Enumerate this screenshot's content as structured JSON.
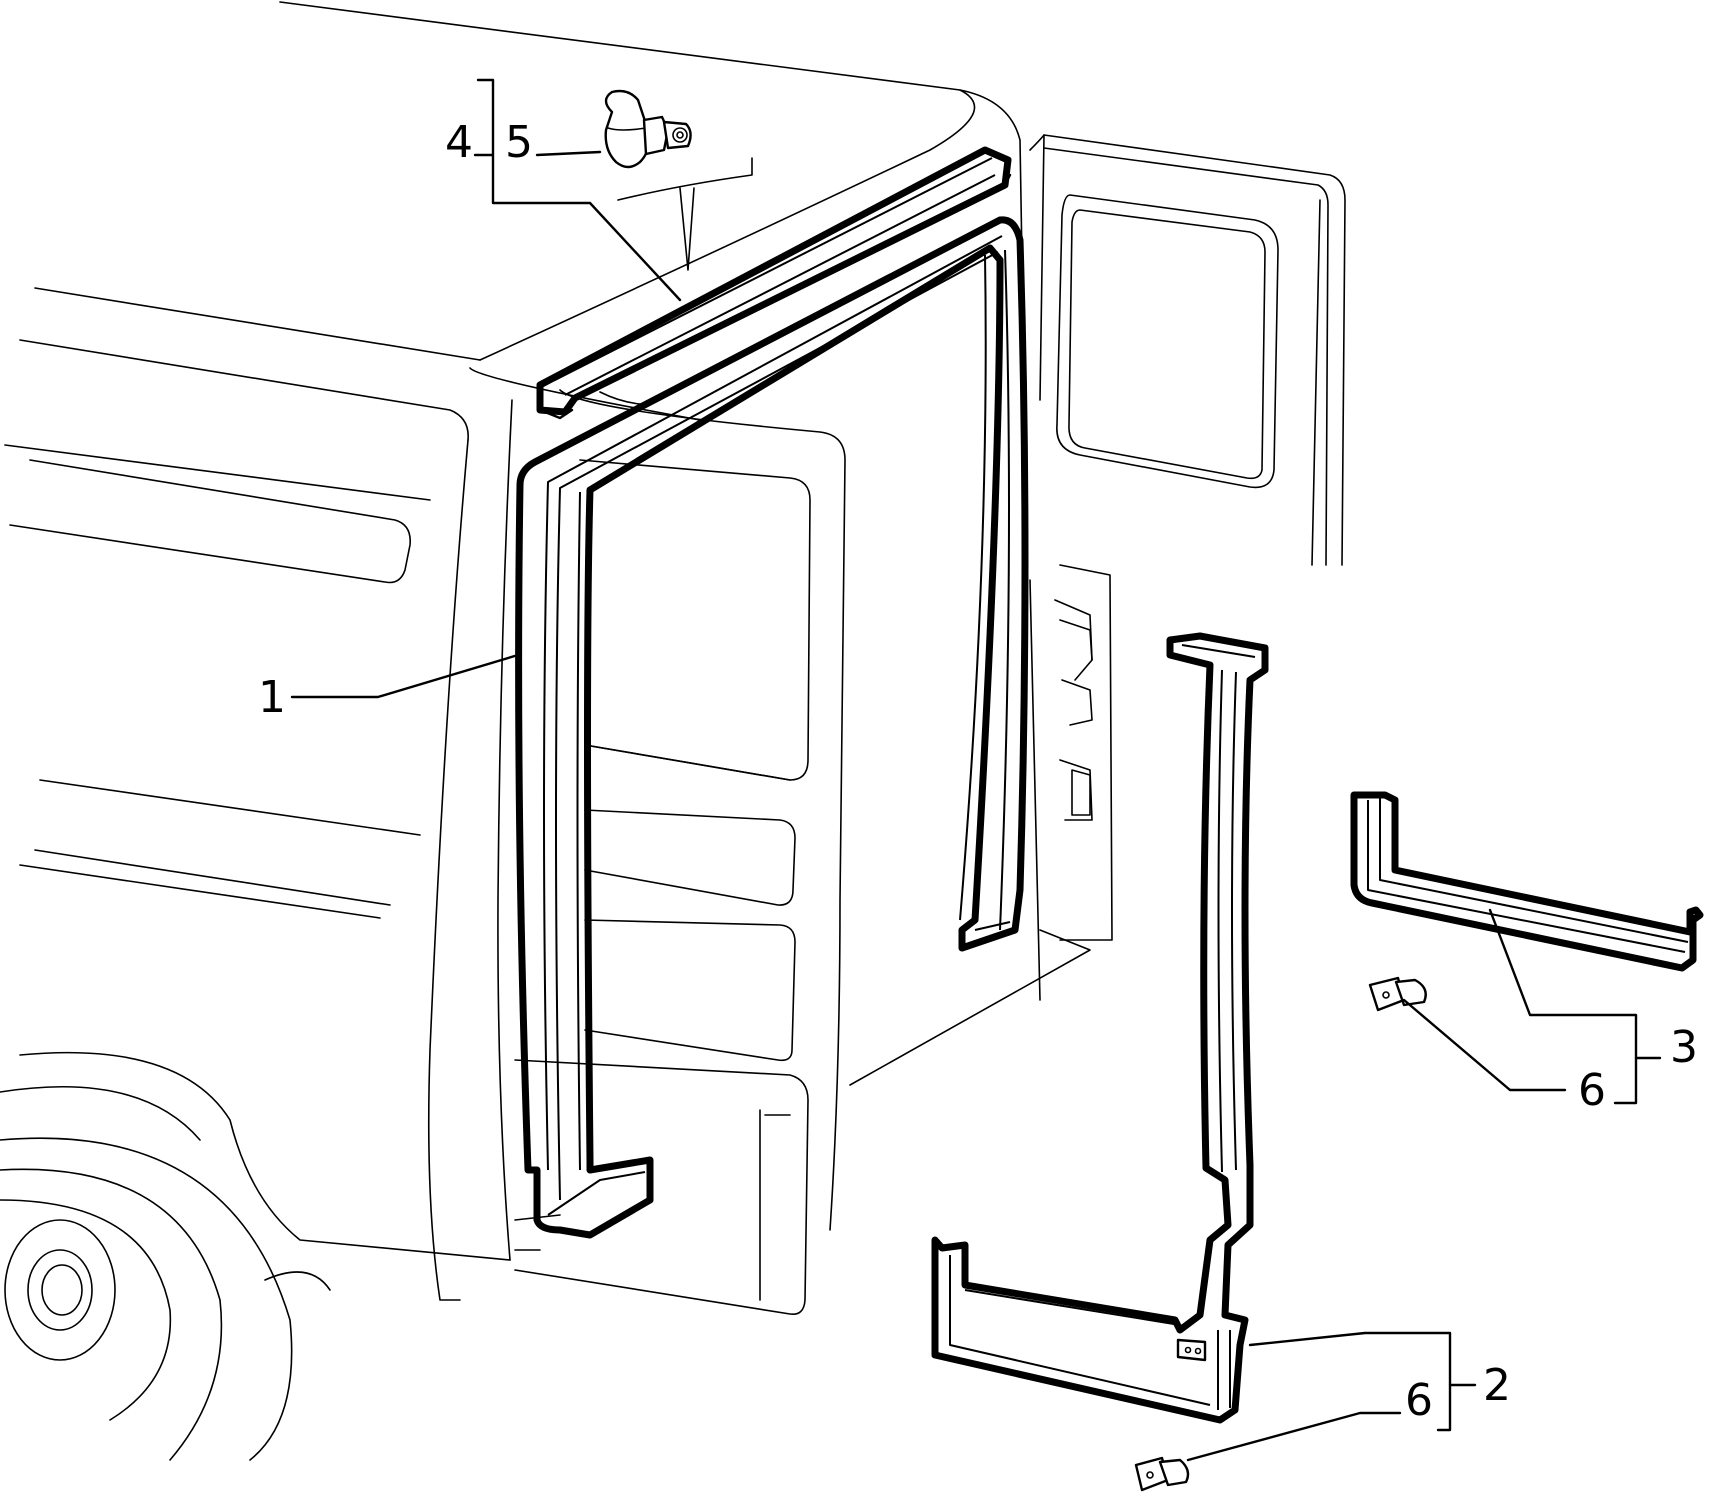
{
  "callouts": [
    {
      "id": "callout-1",
      "text": "1"
    },
    {
      "id": "callout-2",
      "text": "2"
    },
    {
      "id": "callout-3",
      "text": "3"
    },
    {
      "id": "callout-4",
      "text": "4"
    },
    {
      "id": "callout-5",
      "text": "5"
    },
    {
      "id": "callout-6a",
      "text": "6"
    },
    {
      "id": "callout-6b",
      "text": "6"
    }
  ],
  "colors": {
    "line": "#000000",
    "background": "#ffffff"
  }
}
